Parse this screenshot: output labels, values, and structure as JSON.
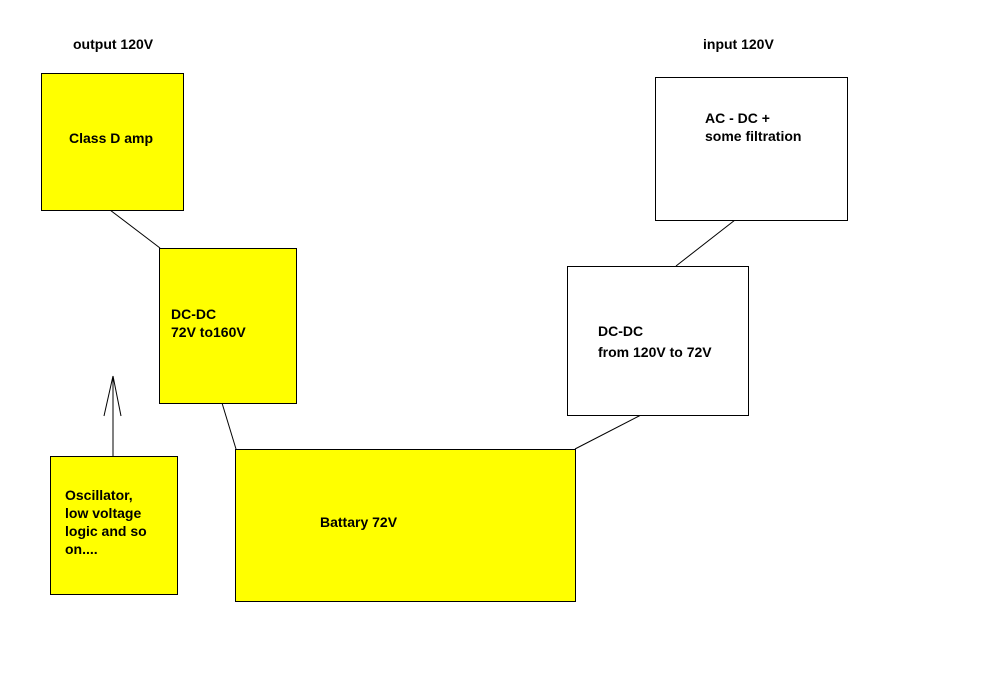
{
  "captions": {
    "output": "output  120V",
    "input": "input  120V"
  },
  "blocks": {
    "class_d": {
      "lines": [
        "Class D amp"
      ],
      "fill": "#ffff00"
    },
    "dcdc_up": {
      "lines": [
        "DC-DC",
        "72V to160V"
      ],
      "fill": "#ffff00"
    },
    "oscillator": {
      "lines": [
        "Oscillator,",
        "low voltage",
        "logic and so",
        "on...."
      ],
      "fill": "#ffff00"
    },
    "battery": {
      "lines": [
        "Battary 72V"
      ],
      "fill": "#ffff00"
    },
    "acdc": {
      "lines": [
        "AC - DC +",
        "some filtration"
      ],
      "fill": "#ffffff"
    },
    "dcdc_down": {
      "lines": [
        "DC-DC",
        "from 120V to 72V"
      ],
      "fill": "#ffffff"
    }
  }
}
